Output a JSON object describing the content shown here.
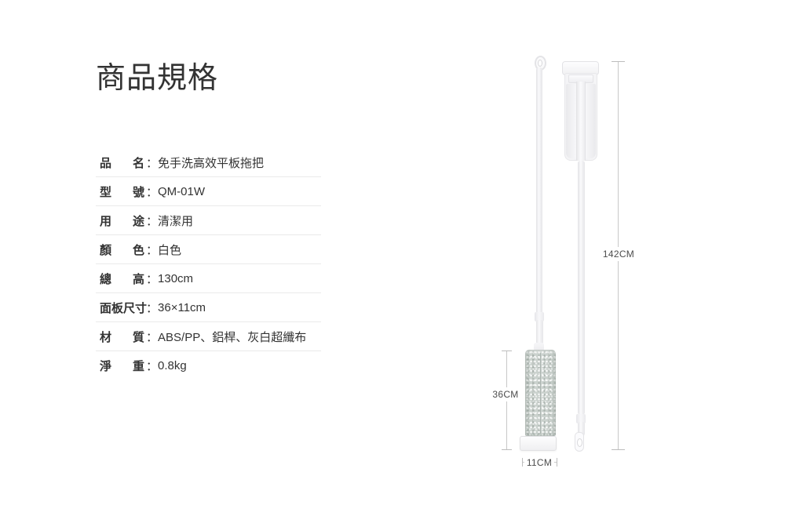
{
  "page": {
    "title": "商品規格",
    "background": "#ffffff"
  },
  "specs": {
    "colon": "：",
    "rows": [
      {
        "label": "品名",
        "value": "免手洗高效平板拖把"
      },
      {
        "label": "型號",
        "value": "QM-01W"
      },
      {
        "label": "用途",
        "value": "清潔用"
      },
      {
        "label": "顏色",
        "value": "白色"
      },
      {
        "label": "總高",
        "value": "130cm"
      },
      {
        "label": "面板尺寸",
        "value": "36×11cm"
      },
      {
        "label": "材質",
        "value": "ABS/PP、鋁桿、灰白超纖布"
      },
      {
        "label": "淨重",
        "value": "0.8kg"
      }
    ]
  },
  "diagram": {
    "total_height_label": "142CM",
    "pad_height_label": "36CM",
    "pad_width_label": "11CM"
  },
  "colors": {
    "text": "#333333",
    "divider": "#eaeaea",
    "dimension_line": "#c8c8c8",
    "dimension_text": "#4c4c4c",
    "mop_pad": "#cbd2ce"
  }
}
